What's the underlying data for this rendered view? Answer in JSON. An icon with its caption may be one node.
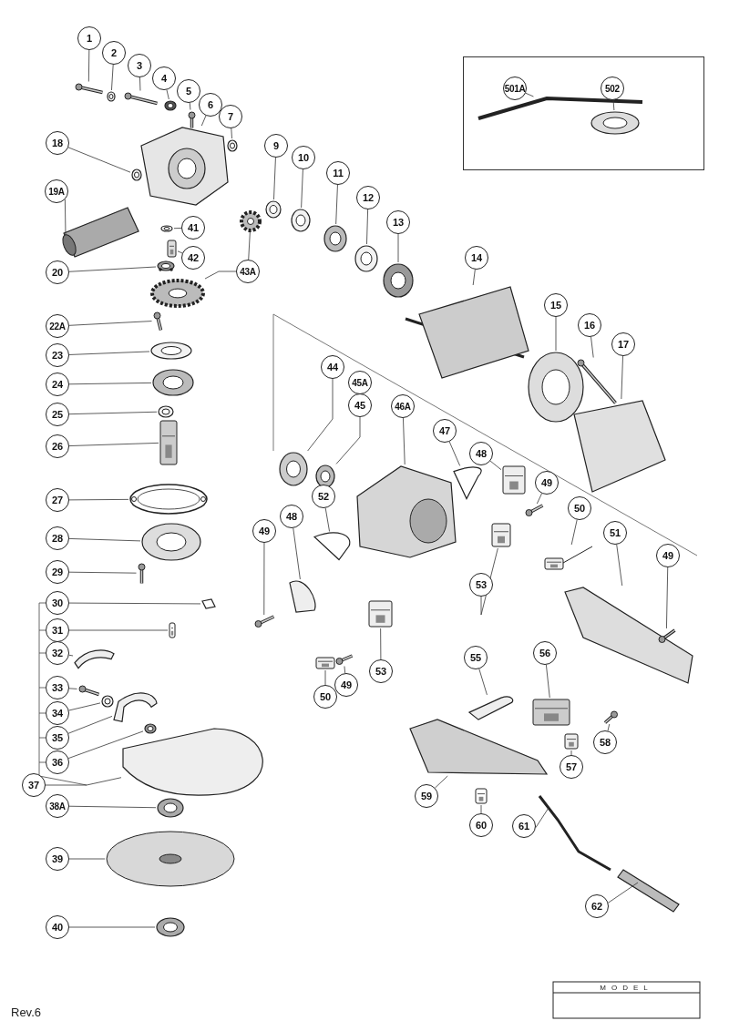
{
  "diagram": {
    "nodes": [
      {
        "text": [
          "1"
        ]
      },
      {
        "text": [
          "2"
        ]
      },
      {
        "text": [
          "3"
        ]
      },
      {
        "text": [
          "4"
        ]
      },
      {
        "text": [
          "5"
        ]
      },
      {
        "text": [
          "6"
        ]
      },
      {
        "text": [
          "7"
        ]
      },
      {
        "text": [
          "18"
        ]
      },
      {
        "text": [
          "19A"
        ]
      },
      {
        "text": [
          "41"
        ]
      },
      {
        "text": [
          "42"
        ]
      },
      {
        "text": [
          "20"
        ]
      },
      {
        "text": [
          "43A"
        ]
      },
      {
        "text": [
          "9"
        ]
      },
      {
        "text": [
          "10"
        ]
      },
      {
        "text": [
          "11"
        ]
      },
      {
        "text": [
          "12"
        ]
      },
      {
        "text": [
          "13"
        ]
      },
      {
        "text": [
          "14"
        ]
      },
      {
        "text": [
          "15"
        ]
      },
      {
        "text": [
          "16"
        ]
      },
      {
        "text": [
          "17"
        ]
      },
      {
        "text": [
          "22A"
        ]
      },
      {
        "text": [
          "23"
        ]
      },
      {
        "text": [
          "24"
        ]
      },
      {
        "text": [
          "25"
        ]
      },
      {
        "text": [
          "26"
        ]
      },
      {
        "text": [
          "27"
        ]
      },
      {
        "text": [
          "28"
        ]
      },
      {
        "text": [
          "29"
        ]
      },
      {
        "text": [
          "30"
        ]
      },
      {
        "text": [
          "31"
        ]
      },
      {
        "text": [
          "32"
        ]
      },
      {
        "text": [
          "33"
        ]
      },
      {
        "text": [
          "34"
        ]
      },
      {
        "text": [
          "35"
        ]
      },
      {
        "text": [
          "36"
        ]
      },
      {
        "text": [
          "37"
        ]
      },
      {
        "text": [
          "38A"
        ]
      },
      {
        "text": [
          "39"
        ]
      },
      {
        "text": [
          "40"
        ]
      },
      {
        "text": [
          "44"
        ]
      },
      {
        "text": [
          "45A"
        ]
      },
      {
        "text": [
          "45"
        ]
      },
      {
        "text": [
          "46A"
        ]
      },
      {
        "text": [
          "47"
        ]
      },
      {
        "text": [
          "48"
        ]
      },
      {
        "text": [
          "49"
        ]
      },
      {
        "text": [
          "52"
        ]
      },
      {
        "text": [
          "48"
        ]
      },
      {
        "text": [
          "50"
        ]
      },
      {
        "text": [
          "51"
        ]
      },
      {
        "text": [
          "49"
        ]
      },
      {
        "text": [
          "53"
        ]
      },
      {
        "text": [
          "49"
        ]
      },
      {
        "text": [
          "53"
        ]
      },
      {
        "text": [
          "49"
        ]
      },
      {
        "text": [
          "50"
        ]
      },
      {
        "text": [
          "55"
        ]
      },
      {
        "text": [
          "56"
        ]
      },
      {
        "text": [
          "58"
        ]
      },
      {
        "text": [
          "57"
        ]
      },
      {
        "text": [
          "59"
        ]
      },
      {
        "text": [
          "60"
        ]
      },
      {
        "text": [
          "61"
        ]
      },
      {
        "text": [
          "62"
        ]
      },
      {
        "text": [],
        "shape": "box"
      },
      {
        "text": [
          "501A"
        ],
        "in": 66
      },
      {
        "text": [
          "502"
        ],
        "in": 66
      },
      {
        "text": [],
        "shape": "picture"
      },
      {
        "text": [],
        "shape": "picture"
      },
      {
        "text": [],
        "shape": "picture"
      },
      {
        "text": [],
        "shape": "picture"
      },
      {
        "text": [],
        "shape": "picture"
      },
      {
        "text": [],
        "shape": "picture"
      },
      {
        "text": [],
        "shape": "picture"
      },
      {
        "text": [],
        "shape": "picture"
      },
      {
        "text": [],
        "shape": "picture"
      },
      {
        "text": [],
        "shape": "picture"
      },
      {
        "text": [],
        "shape": "picture"
      },
      {
        "text": [],
        "shape": "picture"
      },
      {
        "text": [],
        "shape": "picture"
      },
      {
        "text": [],
        "shape": "picture"
      },
      {
        "text": [],
        "shape": "picture"
      },
      {
        "text": [],
        "shape": "picture"
      },
      {
        "text": [],
        "shape": "picture"
      },
      {
        "text": [],
        "shape": "picture"
      },
      {
        "text": [],
        "shape": "picture"
      },
      {
        "text": [],
        "shape": "picture"
      },
      {
        "text": [],
        "shape": "picture"
      },
      {
        "text": [],
        "shape": "picture"
      },
      {
        "text": [],
        "shape": "picture"
      },
      {
        "text": [],
        "shape": "picture"
      },
      {
        "text": [],
        "shape": "picture"
      },
      {
        "text": [],
        "shape": "picture"
      },
      {
        "text": [],
        "shape": "picture"
      },
      {
        "text": [],
        "shape": "picture"
      },
      {
        "text": [],
        "shape": "picture"
      },
      {
        "text": [],
        "shape": "picture"
      },
      {
        "text": [],
        "shape": "picture"
      },
      {
        "text": [],
        "shape": "picture"
      },
      {
        "text": [],
        "shape": "picture"
      },
      {
        "text": [],
        "shape": "picture"
      },
      {
        "text": [],
        "shape": "picture"
      },
      {
        "text": [],
        "shape": "picture"
      },
      {
        "text": [],
        "shape": "picture"
      },
      {
        "text": [],
        "shape": "picture"
      },
      {
        "text": [],
        "shape": "picture"
      },
      {
        "text": [],
        "shape": "picture"
      },
      {
        "text": [],
        "shape": "picture"
      },
      {
        "text": [],
        "shape": "picture"
      },
      {
        "text": [],
        "shape": "picture"
      },
      {
        "text": [],
        "shape": "picture"
      },
      {
        "text": [],
        "shape": "picture"
      },
      {
        "text": [],
        "shape": "picture"
      },
      {
        "text": [],
        "shape": "picture"
      },
      {
        "text": [],
        "shape": "picture"
      },
      {
        "text": [],
        "shape": "picture"
      },
      {
        "text": [],
        "shape": "picture"
      },
      {
        "text": [],
        "shape": "picture"
      },
      {
        "text": [],
        "shape": "picture"
      },
      {
        "text": [],
        "shape": "picture"
      },
      {
        "text": [],
        "shape": "picture"
      },
      {
        "text": [],
        "shape": "picture"
      },
      {
        "text": [],
        "shape": "picture"
      },
      {
        "text": [],
        "shape": "picture"
      },
      {
        "text": [],
        "shape": "picture"
      },
      {
        "text": [],
        "shape": "picture"
      },
      {
        "text": [],
        "shape": "picture"
      },
      {
        "text": [],
        "shape": "picture"
      },
      {
        "text": [],
        "shape": "picture"
      },
      {
        "text": [],
        "shape": "picture"
      },
      {
        "text": [],
        "shape": "picture"
      },
      {
        "text": [],
        "shape": "picture"
      },
      {
        "text": [],
        "shape": "picture"
      },
      {
        "text": [],
        "shape": "picture",
        "in": 66
      },
      {
        "text": [],
        "shape": "picture",
        "in": 66
      }
    ],
    "edges": [
      {
        "from": 0,
        "to": 69,
        "arrow": "none"
      },
      {
        "from": 1,
        "to": 70,
        "arrow": "none"
      },
      {
        "from": 2,
        "to": 71,
        "arrow": "none"
      },
      {
        "from": 3,
        "to": 72,
        "arrow": "none"
      },
      {
        "from": 4,
        "to": 73,
        "arrow": "none"
      },
      {
        "from": 5,
        "to": 74,
        "arrow": "none"
      },
      {
        "from": 6,
        "to": 75,
        "arrow": "none"
      },
      {
        "from": 7,
        "to": 76,
        "arrow": "none"
      },
      {
        "from": 8,
        "to": 77,
        "arrow": "none"
      },
      {
        "from": 9,
        "to": 78,
        "arrow": "none"
      },
      {
        "from": 10,
        "to": 79,
        "arrow": "none"
      },
      {
        "from": 11,
        "to": 80,
        "arrow": "none"
      },
      {
        "from": 12,
        "to": 81,
        "arrow": "none"
      },
      {
        "from": 12,
        "to": 82,
        "arrow": "none"
      },
      {
        "from": 13,
        "to": 83,
        "arrow": "none"
      },
      {
        "from": 14,
        "to": 84,
        "arrow": "none"
      },
      {
        "from": 15,
        "to": 85,
        "arrow": "none"
      },
      {
        "from": 16,
        "to": 86,
        "arrow": "none"
      },
      {
        "from": 17,
        "to": 87,
        "arrow": "none"
      },
      {
        "from": 18,
        "to": 88,
        "arrow": "none"
      },
      {
        "from": 19,
        "to": 89,
        "arrow": "none"
      },
      {
        "from": 20,
        "to": 90,
        "arrow": "none"
      },
      {
        "from": 21,
        "to": 91,
        "arrow": "none"
      },
      {
        "from": 22,
        "to": 92,
        "arrow": "none"
      },
      {
        "from": 23,
        "to": 93,
        "arrow": "none"
      },
      {
        "from": 24,
        "to": 94,
        "arrow": "none"
      },
      {
        "from": 25,
        "to": 95,
        "arrow": "none"
      },
      {
        "from": 26,
        "to": 96,
        "arrow": "none"
      },
      {
        "from": 27,
        "to": 97,
        "arrow": "none"
      },
      {
        "from": 28,
        "to": 98,
        "arrow": "none"
      },
      {
        "from": 29,
        "to": 99,
        "arrow": "none"
      },
      {
        "from": 30,
        "to": 100,
        "arrow": "none"
      },
      {
        "from": 31,
        "to": 101,
        "arrow": "none"
      },
      {
        "from": 32,
        "to": 102,
        "arrow": "none"
      },
      {
        "from": 33,
        "to": 103,
        "arrow": "none"
      },
      {
        "from": 34,
        "to": 104,
        "arrow": "none"
      },
      {
        "from": 35,
        "to": 105,
        "arrow": "none"
      },
      {
        "from": 36,
        "to": 106,
        "arrow": "none"
      },
      {
        "from": 37,
        "to": 107,
        "arrow": "none"
      },
      {
        "from": 38,
        "to": 108,
        "arrow": "none"
      },
      {
        "from": 39,
        "to": 109,
        "arrow": "none"
      },
      {
        "from": 40,
        "to": 110,
        "arrow": "none"
      },
      {
        "from": 41,
        "to": 111,
        "arrow": "none"
      },
      {
        "from": 43,
        "to": 112,
        "arrow": "none"
      },
      {
        "from": 44,
        "to": 113,
        "arrow": "none"
      },
      {
        "from": 45,
        "to": 114,
        "arrow": "none"
      },
      {
        "from": 46,
        "to": 115,
        "arrow": "none"
      },
      {
        "from": 47,
        "to": 116,
        "arrow": "none"
      },
      {
        "from": 48,
        "to": 117,
        "arrow": "none"
      },
      {
        "from": 49,
        "to": 118,
        "arrow": "none"
      },
      {
        "from": 50,
        "to": 119,
        "arrow": "none"
      },
      {
        "from": 51,
        "to": 120,
        "arrow": "none"
      },
      {
        "from": 52,
        "to": 121,
        "arrow": "none"
      },
      {
        "from": 53,
        "to": 122,
        "arrow": "none"
      },
      {
        "from": 54,
        "to": 123,
        "arrow": "none"
      },
      {
        "from": 55,
        "to": 124,
        "arrow": "none"
      },
      {
        "from": 56,
        "to": 125,
        "arrow": "none"
      },
      {
        "from": 57,
        "to": 126,
        "arrow": "none"
      },
      {
        "from": 58,
        "to": 127,
        "arrow": "none"
      },
      {
        "from": 59,
        "to": 128,
        "arrow": "none"
      },
      {
        "from": 60,
        "to": 129,
        "arrow": "none"
      },
      {
        "from": 61,
        "to": 130,
        "arrow": "none"
      },
      {
        "from": 62,
        "to": 131,
        "arrow": "none"
      },
      {
        "from": 63,
        "to": 132,
        "arrow": "none"
      },
      {
        "from": 64,
        "to": 133,
        "arrow": "none"
      },
      {
        "from": 65,
        "to": 134,
        "arrow": "none"
      },
      {
        "from": 67,
        "to": 135,
        "arrow": "none"
      },
      {
        "from": 68,
        "to": 136,
        "arrow": "none"
      }
    ],
    "labels": [
      "Rev.6",
      "MODEL"
    ]
  }
}
